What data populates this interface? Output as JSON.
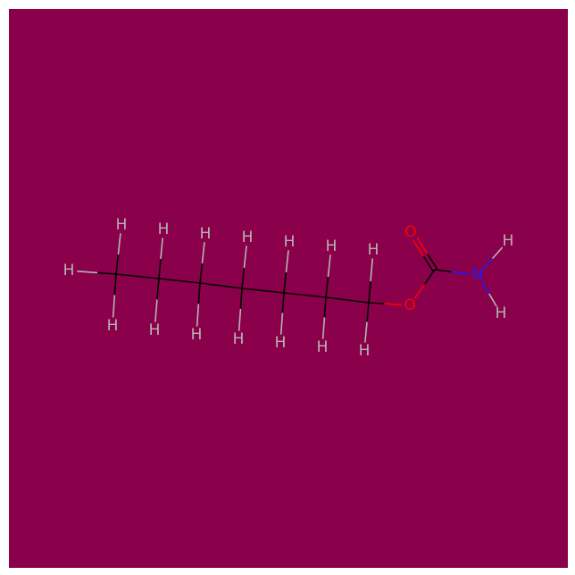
{
  "colors": {
    "background": "#8b004b",
    "bond": "#000000",
    "hydrogen": "#b4b4b4",
    "oxygen": "#ff0000",
    "nitrogen": "#1c1cff"
  },
  "atoms": [
    {
      "id": "a1",
      "element": "C",
      "label": ""
    },
    {
      "id": "a2",
      "element": "C",
      "label": ""
    },
    {
      "id": "a3",
      "element": "C",
      "label": ""
    },
    {
      "id": "a4",
      "element": "C",
      "label": ""
    },
    {
      "id": "a5",
      "element": "C",
      "label": ""
    },
    {
      "id": "a6",
      "element": "C",
      "label": ""
    },
    {
      "id": "a7",
      "element": "C",
      "label": ""
    },
    {
      "id": "o1",
      "element": "O",
      "label": "O"
    },
    {
      "id": "c8",
      "element": "C",
      "label": ""
    },
    {
      "id": "o2",
      "element": "O",
      "label": "O"
    },
    {
      "id": "n1",
      "element": "N",
      "label": "N"
    },
    {
      "id": "h1",
      "element": "H",
      "label": "H"
    },
    {
      "id": "h2",
      "element": "H",
      "label": "H"
    },
    {
      "id": "h3",
      "element": "H",
      "label": "H"
    },
    {
      "id": "h4",
      "element": "H",
      "label": "H"
    },
    {
      "id": "h5",
      "element": "H",
      "label": "H"
    },
    {
      "id": "h6",
      "element": "H",
      "label": "H"
    },
    {
      "id": "h7",
      "element": "H",
      "label": "H"
    },
    {
      "id": "h8",
      "element": "H",
      "label": "H"
    },
    {
      "id": "h9",
      "element": "H",
      "label": "H"
    },
    {
      "id": "h10",
      "element": "H",
      "label": "H"
    },
    {
      "id": "h11",
      "element": "H",
      "label": "H"
    },
    {
      "id": "h12",
      "element": "H",
      "label": "H"
    },
    {
      "id": "h13",
      "element": "H",
      "label": "H"
    },
    {
      "id": "h14",
      "element": "H",
      "label": "H"
    },
    {
      "id": "h15",
      "element": "H",
      "label": "H"
    },
    {
      "id": "h16",
      "element": "H",
      "label": "H"
    },
    {
      "id": "h17",
      "element": "H",
      "label": "H"
    }
  ],
  "bonds": [
    {
      "a": "a1",
      "b": "a2",
      "order": 1
    },
    {
      "a": "a2",
      "b": "a3",
      "order": 1
    },
    {
      "a": "a3",
      "b": "a4",
      "order": 1
    },
    {
      "a": "a4",
      "b": "a5",
      "order": 1
    },
    {
      "a": "a5",
      "b": "a6",
      "order": 1
    },
    {
      "a": "a6",
      "b": "a7",
      "order": 1
    },
    {
      "a": "a7",
      "b": "o1",
      "order": 1
    },
    {
      "a": "o1",
      "b": "c8",
      "order": 1
    },
    {
      "a": "c8",
      "b": "o2",
      "order": 2
    },
    {
      "a": "c8",
      "b": "n1",
      "order": 1
    },
    {
      "a": "n1",
      "b": "h16",
      "order": 1
    },
    {
      "a": "n1",
      "b": "h17",
      "order": 1
    },
    {
      "a": "a1",
      "b": "h1",
      "order": 1
    },
    {
      "a": "a1",
      "b": "h2",
      "order": 1
    },
    {
      "a": "a1",
      "b": "h3",
      "order": 1
    },
    {
      "a": "a2",
      "b": "h4",
      "order": 1
    },
    {
      "a": "a2",
      "b": "h5",
      "order": 1
    },
    {
      "a": "a3",
      "b": "h6",
      "order": 1
    },
    {
      "a": "a3",
      "b": "h7",
      "order": 1
    },
    {
      "a": "a4",
      "b": "h8",
      "order": 1
    },
    {
      "a": "a4",
      "b": "h9",
      "order": 1
    },
    {
      "a": "a5",
      "b": "h10",
      "order": 1
    },
    {
      "a": "a5",
      "b": "h11",
      "order": 1
    },
    {
      "a": "a6",
      "b": "h12",
      "order": 1
    },
    {
      "a": "a6",
      "b": "h13",
      "order": 1
    },
    {
      "a": "a7",
      "b": "h14",
      "order": 1
    },
    {
      "a": "a7",
      "b": "h15",
      "order": 1
    }
  ]
}
